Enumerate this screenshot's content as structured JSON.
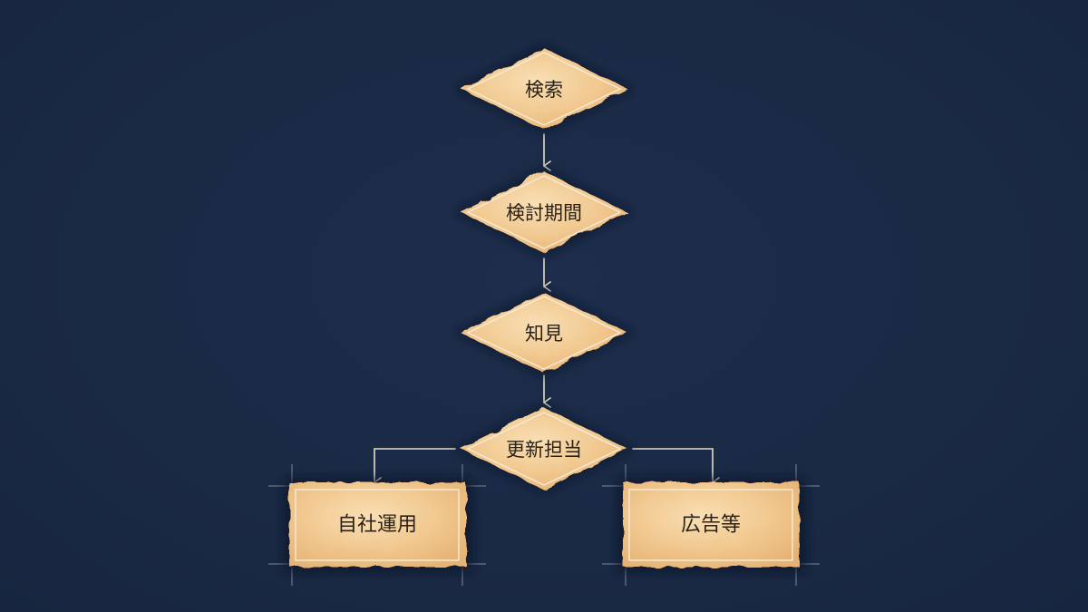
{
  "flow": {
    "steps": [
      {
        "id": "search",
        "label": "検索"
      },
      {
        "id": "consideration",
        "label": "検討期間"
      },
      {
        "id": "insight",
        "label": "知見"
      },
      {
        "id": "renewal",
        "label": "更新担当"
      }
    ],
    "outcomes": [
      {
        "id": "inhouse",
        "label": "自社運用"
      },
      {
        "id": "ads",
        "label": "広告等"
      }
    ]
  },
  "colors": {
    "background": "#1a2945",
    "node_fill": "#f1c88f",
    "node_fill_light": "#f7dcb0",
    "node_border": "#f6ebd6",
    "node_shadow": "#0f1a2e",
    "connector": "#e6dcc8",
    "text": "#2a2218"
  }
}
